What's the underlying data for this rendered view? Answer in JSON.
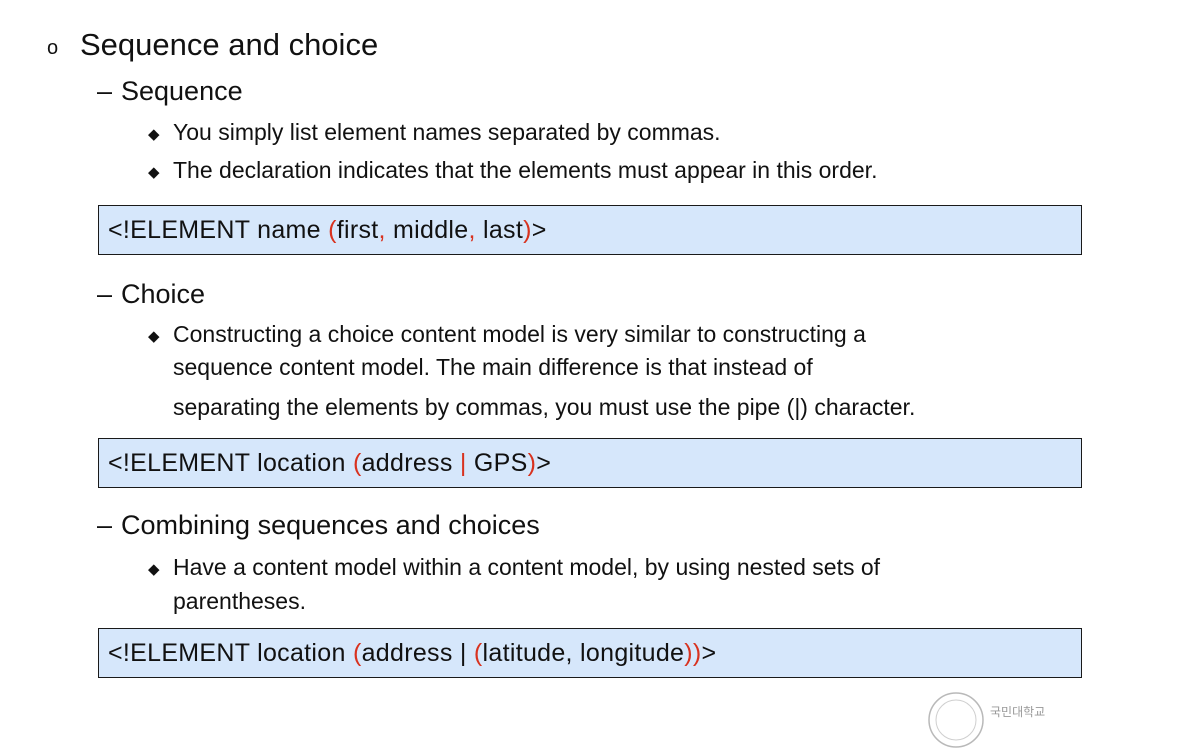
{
  "heading": {
    "bullet": "o",
    "title": "Sequence and choice"
  },
  "sections": [
    {
      "dash": "–",
      "title": "Sequence",
      "bullets": [
        {
          "marker": "◆",
          "lines": [
            "You simply list element names separated by commas."
          ]
        },
        {
          "marker": "◆",
          "lines": [
            "The declaration indicates that the elements must appear in this order."
          ]
        }
      ],
      "code": {
        "p1": "<!ELEMENT name ",
        "p2": "(",
        "p3": "first",
        "p4": ",",
        "p5": " middle",
        "p6": ",",
        "p7": " last",
        "p8": ")",
        "p9": ">"
      }
    },
    {
      "dash": "–",
      "title": "Choice",
      "bullets": [
        {
          "marker": "◆",
          "lines": [
            "Constructing a choice content model is very similar to constructing a",
            "sequence content model. The main difference is that instead of",
            "separating the elements by commas, you must use the pipe (|) character."
          ]
        }
      ],
      "code": {
        "p1": "<!ELEMENT location ",
        "p2": "(",
        "p3": "address ",
        "p4": "|",
        "p5": " GPS",
        "p6": ")",
        "p7": ">"
      }
    },
    {
      "dash": "–",
      "title": "Combining sequences and choices",
      "bullets": [
        {
          "marker": "◆",
          "lines": [
            "Have a content model within a content model, by using nested sets of",
            "parentheses."
          ]
        }
      ],
      "code": {
        "p1": "<!ELEMENT location ",
        "p2": "(",
        "p3": "address | ",
        "p4": "(",
        "p5": "latitude, longitude",
        "p6": "))",
        "p7": ">"
      }
    }
  ],
  "footer": {
    "logo_text": "국민대학교"
  },
  "colors": {
    "code_bg": "#d6e7fb",
    "highlight": "#d8321f"
  }
}
